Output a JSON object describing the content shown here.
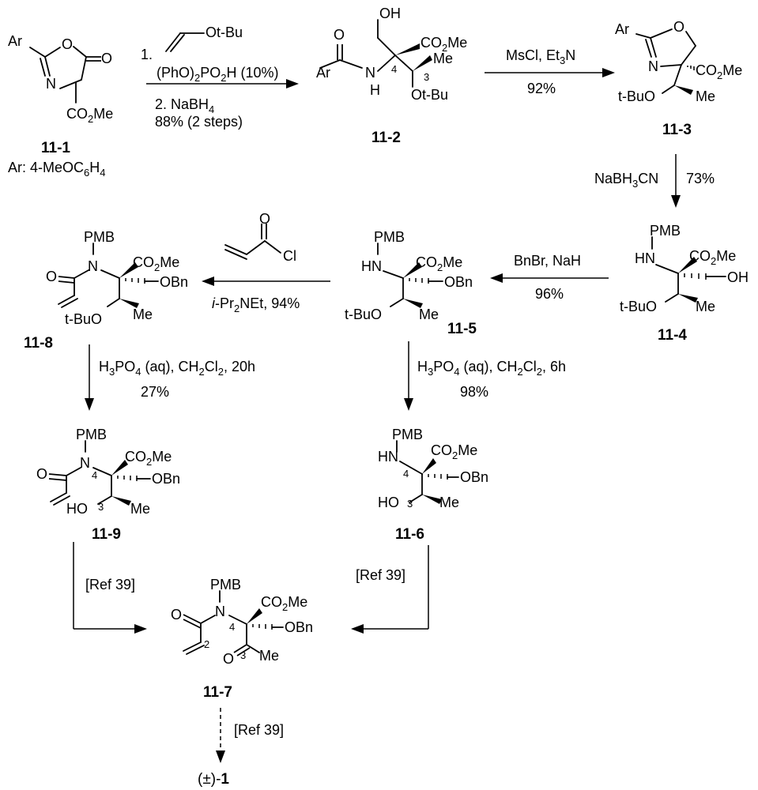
{
  "compounds": {
    "c11_1": {
      "label": "11-1",
      "ar_def": "Ar:  4-MeOC6H4"
    },
    "c11_2": {
      "label": "11-2"
    },
    "c11_3": {
      "label": "11-3"
    },
    "c11_4": {
      "label": "11-4"
    },
    "c11_5": {
      "label": "11-5"
    },
    "c11_6": {
      "label": "11-6"
    },
    "c11_7": {
      "label": "11-7"
    },
    "c11_8": {
      "label": "11-8"
    },
    "c11_9": {
      "label": "11-9"
    },
    "target": {
      "prefix": "(±)-",
      "label": "1"
    }
  },
  "atoms": {
    "ar": "Ar",
    "n": "N",
    "o": "O",
    "h": "H",
    "oh": "OH",
    "ho": "HO",
    "co2me": "CO2Me",
    "otbu": "Ot-Bu",
    "tbuo": "t-BuO",
    "me": "Me",
    "pmb": "PMB",
    "hn": "HN",
    "obn": "OBn",
    "cl": "Cl"
  },
  "locants": {
    "c2": "2",
    "c3": "3",
    "c4": "4"
  },
  "steps": {
    "s1": {
      "line1": "1.",
      "line1b": "Ot-Bu",
      "line2": "(PhO)2PO2H (10%)",
      "line3": "2. NaBH4",
      "line4": "88% (2 steps)"
    },
    "s2": {
      "reagent": "MsCl, Et3N",
      "yield": "92%"
    },
    "s3": {
      "reagent": "NaBH3CN",
      "yield": "73%"
    },
    "s4": {
      "reagent": "BnBr, NaH",
      "yield": "96%"
    },
    "s5": {
      "reagent": "i-Pr2NEt, 94%"
    },
    "s6": {
      "reagent": "H3PO4 (aq), CH2Cl2, 6h",
      "yield": "98%"
    },
    "s7": {
      "reagent": "H3PO4 (aq), CH2Cl2, 20h",
      "yield": "27%"
    },
    "s8": {
      "reagent": "[Ref 39]"
    },
    "s9": {
      "reagent": "[Ref 39]"
    },
    "s10": {
      "reagent": "[Ref 39]"
    }
  }
}
